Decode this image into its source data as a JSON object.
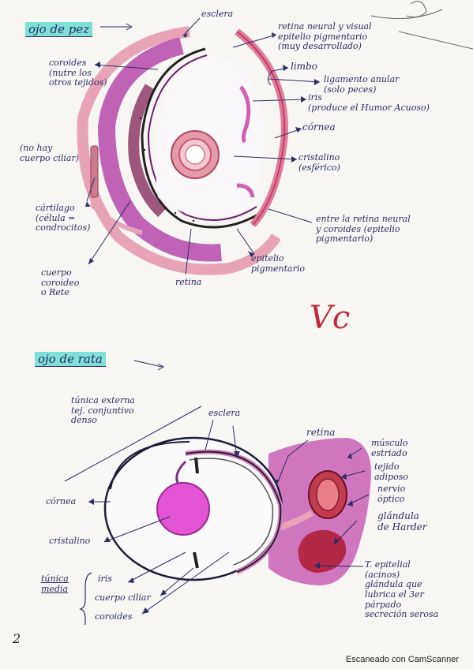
{
  "fish": {
    "title": "ojo de pez",
    "labels": {
      "esclera": "esclera",
      "retina_neural": "retina neural y visual\nepitelio pigmentario\n(muy desarrollado)",
      "limbo": "limbo",
      "ligamento": "ligamento anular\n(solo peces)",
      "iris": "iris\n(produce el Humor Acuoso)",
      "cornea": "córnea",
      "cristalino": "cristalino\n(esférico)",
      "entre": "entre la retina neural\ny coroides (epitelio\npigmentario)",
      "epitelio": "epitelio\npigmentario",
      "retina": "retina",
      "cuerpo_coroideo": "cuerpo\ncoroideo\no Rete",
      "cartilago": "cártilago\n(célula =\ncondrocitos)",
      "no_cuerpo": "(no hay\ncuerpo ciliar)",
      "coroides": "coroides\n(nutre los\notros tejidos)"
    },
    "mark": "Vc"
  },
  "rat": {
    "title": "ojo de rata",
    "labels": {
      "tunica_externa": "túnica externa\ntej. conjuntivo\ndenso",
      "esclera": "esclera",
      "retina": "retina",
      "musculo": "músculo\nestriado",
      "tejido": "tejido\nadiposo",
      "nervio": "nervio\nóptico",
      "glandula_harder": "glándula\nde Harder",
      "t_epitelial": "T. epitelial\n(acinos)\nglándula que\nlubrica el 3er\npárpado\nsecreción serosa",
      "cornea": "córnea",
      "cristalino": "cristalino",
      "tunica_media": "túnica\nmedia",
      "iris": "iris",
      "cuerpo_ciliar": "cuerpo ciliar",
      "coroides": "coroides"
    }
  },
  "page_number": "2",
  "footer": "Escaneado con CamScanner"
}
